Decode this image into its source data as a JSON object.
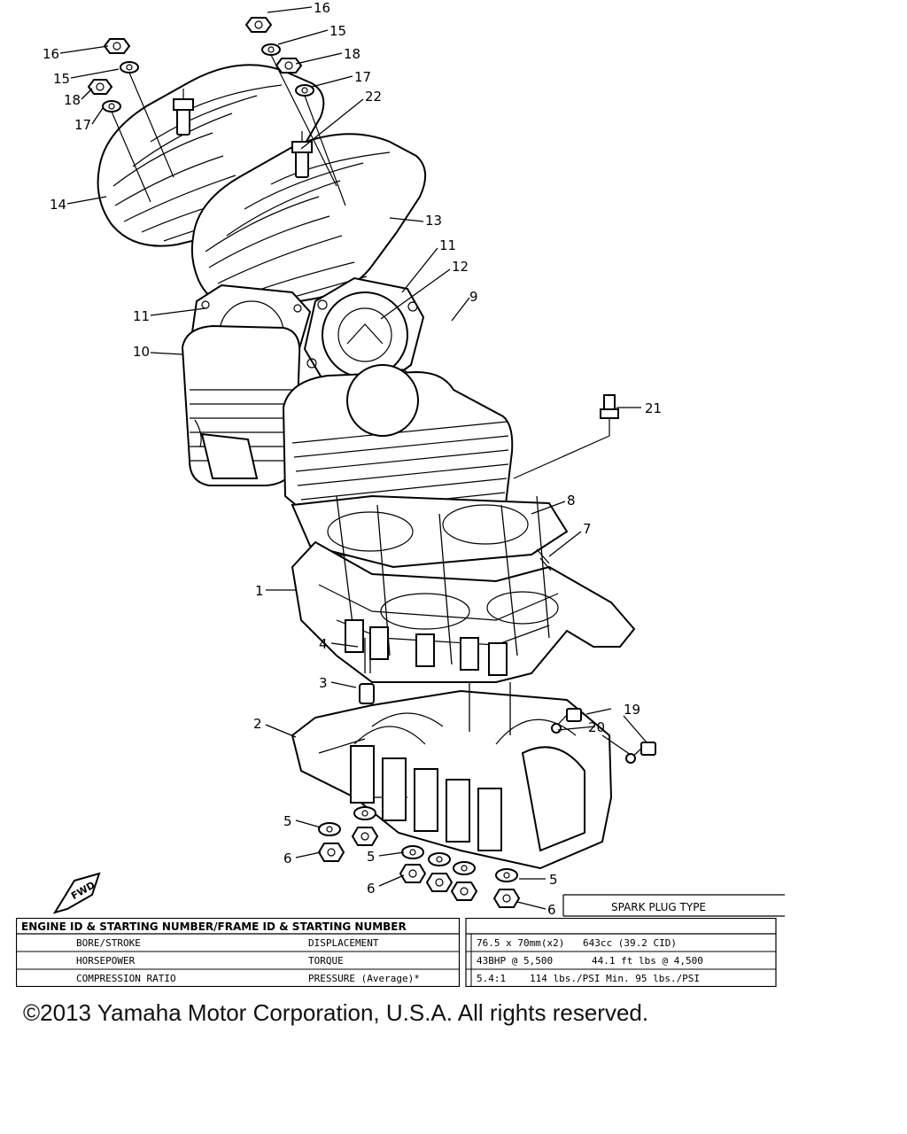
{
  "callouts": {
    "c1": "1",
    "c2": "2",
    "c3": "3",
    "c4": "4",
    "c5a": "5",
    "c5b": "5",
    "c5c": "5",
    "c6a": "6",
    "c6b": "6",
    "c6c": "6",
    "c7": "7",
    "c8": "8",
    "c9": "9",
    "c10": "10",
    "c11a": "11",
    "c11b": "11",
    "c12": "12",
    "c13": "13",
    "c14": "14",
    "c15a": "15",
    "c15b": "15",
    "c16a": "16",
    "c16b": "16",
    "c17a": "17",
    "c17b": "17",
    "c18a": "18",
    "c18b": "18",
    "c19": "19",
    "c20": "20",
    "c21": "21",
    "c22": "22"
  },
  "fwd_mark": "FWD",
  "spark_plug_header": "SPARK PLUG TYPE",
  "table": {
    "header": "ENGINE ID & STARTING NUMBER/FRAME ID & STARTING NUMBER",
    "rows": [
      {
        "label_a": "BORE/STROKE",
        "label_b": "DISPLACEMENT",
        "value_a": "76.5 x 70mm(x2)",
        "value_b": "643cc (39.2 CID)"
      },
      {
        "label_a": "HORSEPOWER",
        "label_b": "TORQUE",
        "value_a": "43BHP @ 5,500",
        "value_b": "44.1 ft lbs @ 4,500"
      },
      {
        "label_a": "COMPRESSION RATIO",
        "label_b": "PRESSURE (Average)*",
        "value_a": "5.4:1",
        "value_b": "114 lbs./PSI  Min. 95 lbs./PSI"
      }
    ]
  },
  "copyright": "©2013 Yamaha Motor Corporation, U.S.A. All rights reserved."
}
